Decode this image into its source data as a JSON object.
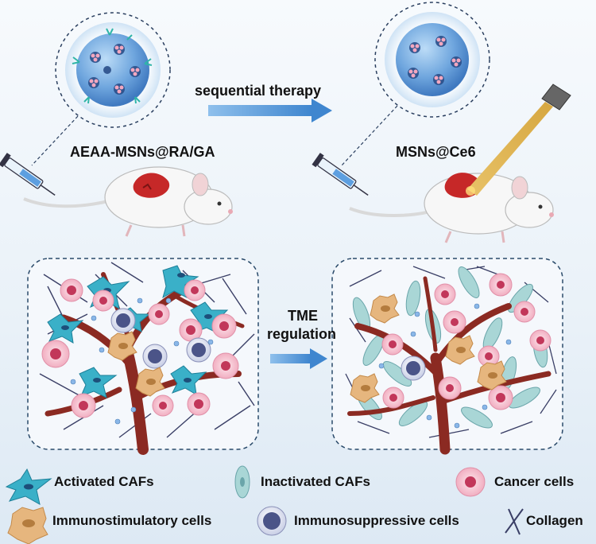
{
  "top": {
    "left_particle_label": "AEAA-MSNs@RA/GA",
    "right_particle_label": "MSNs@Ce6",
    "arrow_label": "sequential therapy"
  },
  "middle": {
    "arrow_label_line1": "TME",
    "arrow_label_line2": "regulation"
  },
  "legend": {
    "activated_cafs": "Activated CAFs",
    "inactivated_cafs": "Inactivated CAFs",
    "cancer_cells": "Cancer cells",
    "immunostimulatory_cells": "Immunostimulatory cells",
    "immunosuppressive_cells": "Immunosuppressive cells",
    "collagen": "Collagen"
  },
  "colors": {
    "arrow_blue": "#4a90d0",
    "particle_blue": "#6fa6de",
    "tumor_red": "#c62828",
    "vessel_red": "#8b2a22",
    "caf_cyan": "#3ab0c8",
    "inactive_caf": "#a9d6d6",
    "cancer_pink": "#f3b6c6",
    "nucleus_red": "#c2375a",
    "immunostim_tan": "#e6b67e",
    "immunosupp_navy": "#5a6496",
    "collagen_navy": "#3a3f66"
  }
}
